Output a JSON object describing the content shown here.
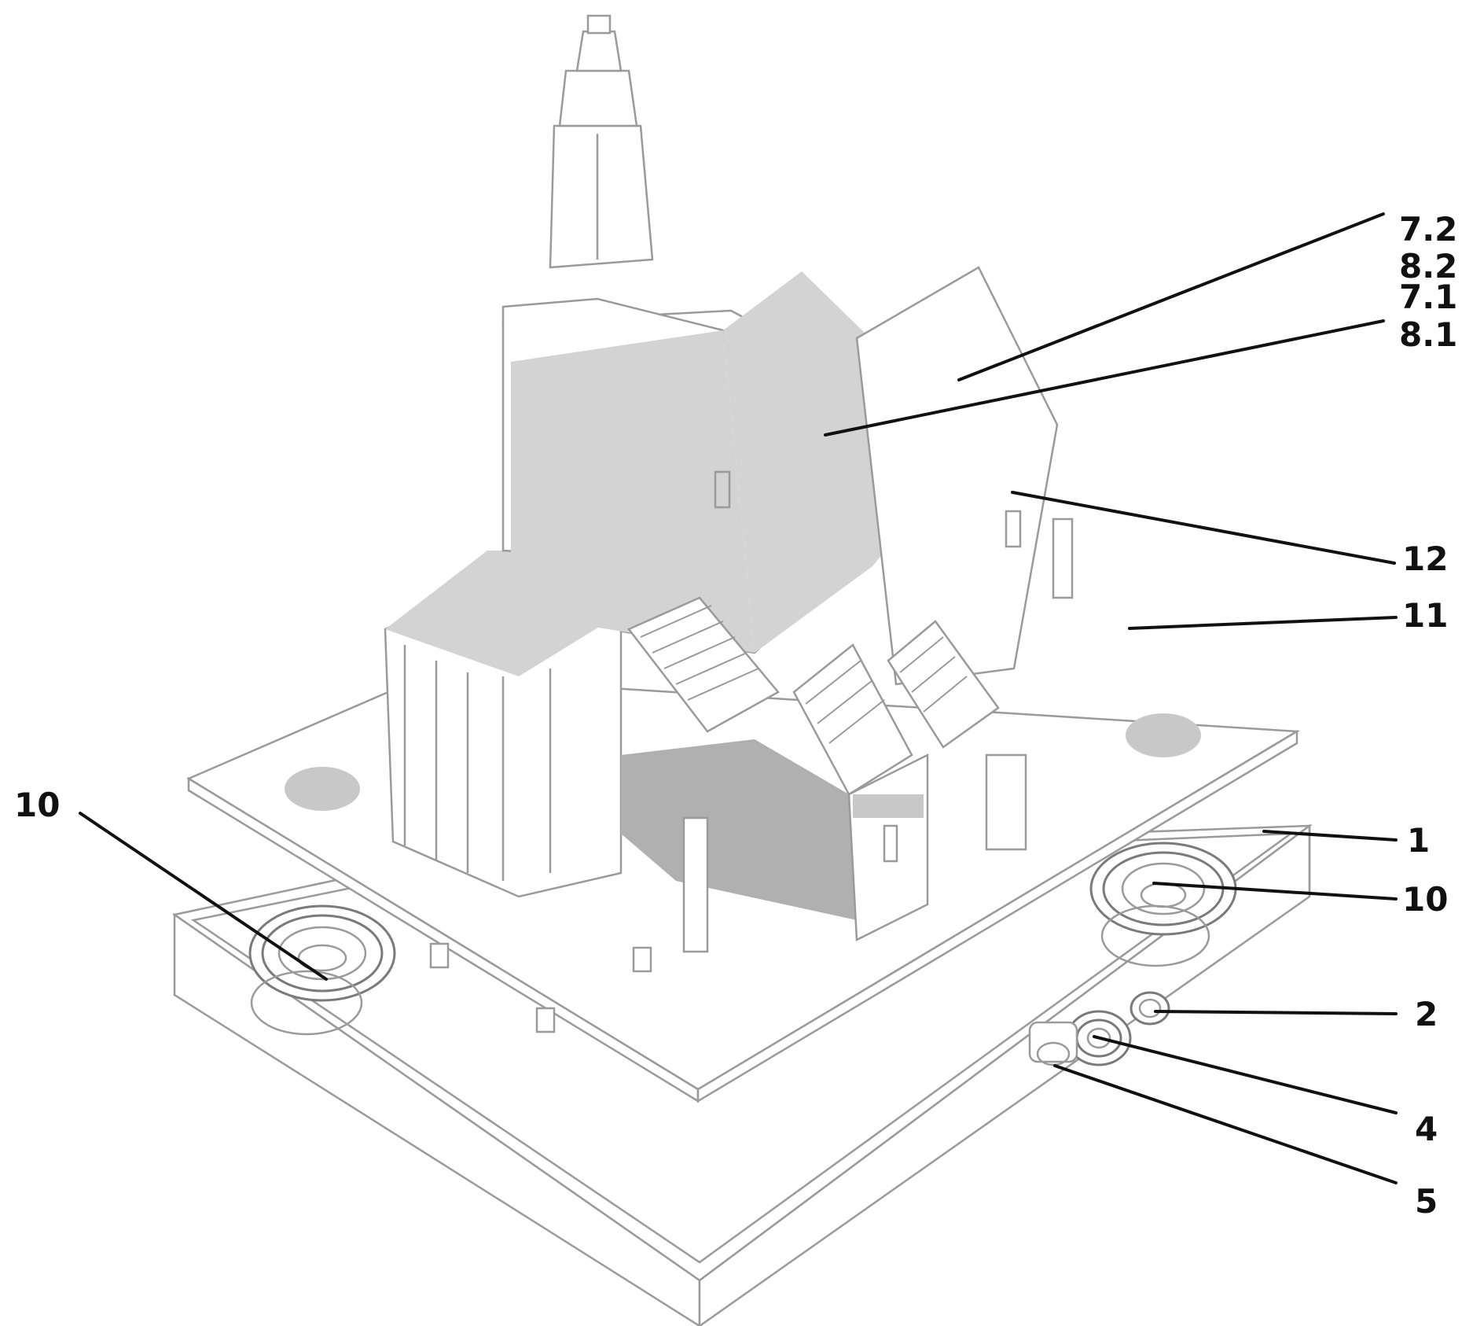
{
  "reference_numerals": {
    "label_7_2": "7.2",
    "label_8_2": "8.2",
    "label_7_1": "7.1",
    "label_8_1": "8.1",
    "label_12": "12",
    "label_11": "11",
    "label_10_left": "10",
    "label_1": "1",
    "label_10_right": "10",
    "label_2": "2",
    "label_4": "4",
    "label_5": "5"
  },
  "colors": {
    "line_art": "#9a9a9a",
    "leader_lines": "#111111",
    "background": "#ffffff"
  },
  "icons": {
    "drawing": "church-model-exploded-isometric"
  }
}
